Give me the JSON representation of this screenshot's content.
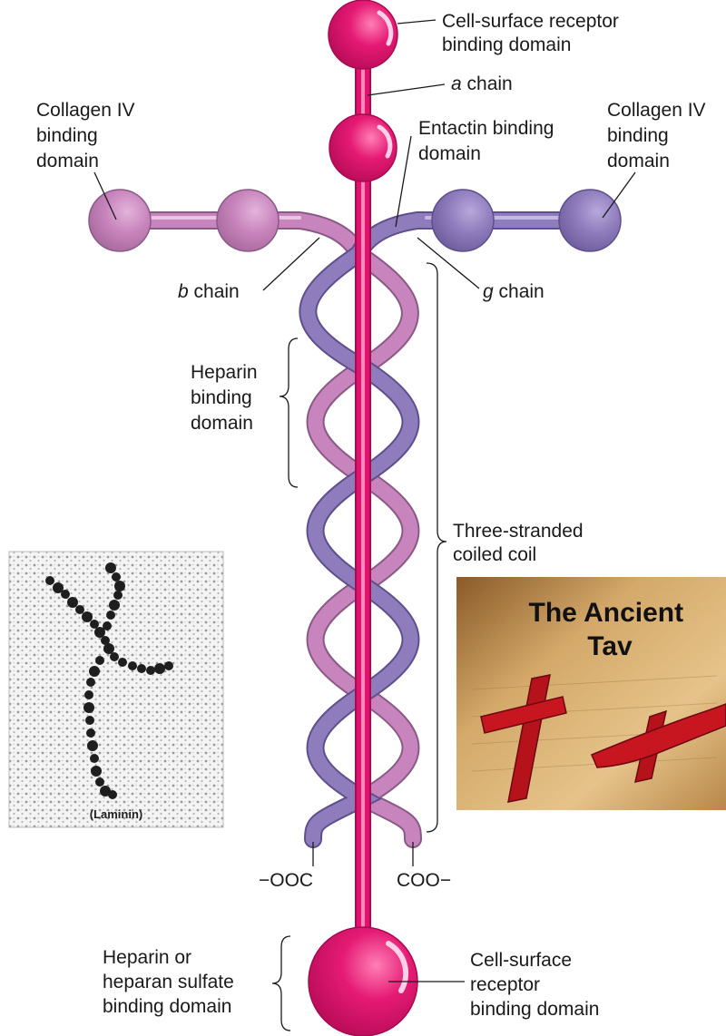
{
  "labels": {
    "top_receptor": [
      "Cell-surface receptor",
      "binding domain"
    ],
    "alpha_chain": [
      "a",
      "chain"
    ],
    "collagen_left": [
      "Collagen IV",
      "binding",
      "domain"
    ],
    "entactin": [
      "Entactin binding",
      "domain"
    ],
    "collagen_right": [
      "Collagen IV",
      "binding",
      "domain"
    ],
    "beta_chain": [
      "b",
      "chain"
    ],
    "gamma_chain": [
      "g",
      "chain"
    ],
    "heparin": [
      "Heparin",
      "binding",
      "domain"
    ],
    "coiled_coil": [
      "Three-stranded",
      "coiled coil"
    ],
    "n_terminus": "−OOC",
    "c_terminus": "COO−",
    "heparin_sulfate": [
      "Heparin or",
      "heparan sulfate",
      "binding domain"
    ],
    "bottom_receptor": [
      "Cell-surface",
      "receptor",
      "binding domain"
    ]
  },
  "micrograph": {
    "caption": "(Laminin)"
  },
  "tav": {
    "title": [
      "The Ancient",
      "Tav"
    ]
  },
  "colors": {
    "alpha": "#e0146e",
    "beta": "#c77fb8",
    "gamma": "#8d7ab8",
    "tav_bg": "#c9a068",
    "tav_cross": "#b5121b"
  }
}
